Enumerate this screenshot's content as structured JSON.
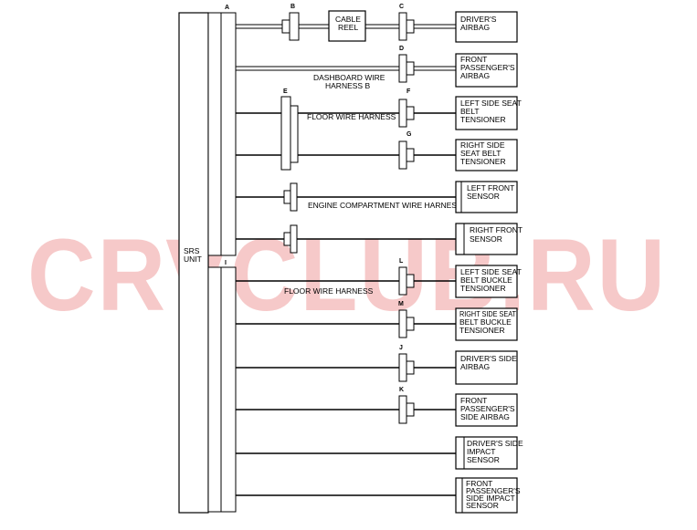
{
  "watermark": "CRVCLUB.RU",
  "srs_unit": [
    "SRS",
    "UNIT"
  ],
  "connector_letters": [
    "A",
    "B",
    "C",
    "D",
    "E",
    "F",
    "G",
    "I",
    "L",
    "M",
    "J",
    "K"
  ],
  "cable_reel": [
    "CABLE",
    "REEL"
  ],
  "harnesses": {
    "dashboard_b": [
      "DASHBOARD WIRE",
      "HARNESS B"
    ],
    "floor_upper": "FLOOR WIRE HARNESS",
    "engine": "ENGINE COMPARTMENT WIRE HARNESS",
    "floor_lower": "FLOOR WIRE HARNESS"
  },
  "components": [
    [
      "DRIVER'S",
      "AIRBAG"
    ],
    [
      "FRONT",
      "PASSENGER'S",
      "AIRBAG"
    ],
    [
      "LEFT SIDE SEAT",
      "BELT",
      "TENSIONER"
    ],
    [
      "RIGHT SIDE",
      "SEAT BELT",
      "TENSIONER"
    ],
    [
      "LEFT FRONT",
      "SENSOR"
    ],
    [
      "RIGHT FRONT",
      "SENSOR"
    ],
    [
      "LEFT SIDE SEAT",
      "BELT BUCKLE",
      "TENSIONER"
    ],
    [
      "RIGHT SIDE SEAT",
      "BELT BUCKLE",
      "TENSIONER"
    ],
    [
      "DRIVER'S SIDE",
      "AIRBAG"
    ],
    [
      "FRONT",
      "PASSENGER'S",
      "SIDE AIRBAG"
    ],
    [
      "DRIVER'S SIDE",
      "IMPACT",
      "SENSOR"
    ],
    [
      "FRONT",
      "PASSENGER'S",
      "SIDE IMPACT",
      "SENSOR"
    ]
  ]
}
